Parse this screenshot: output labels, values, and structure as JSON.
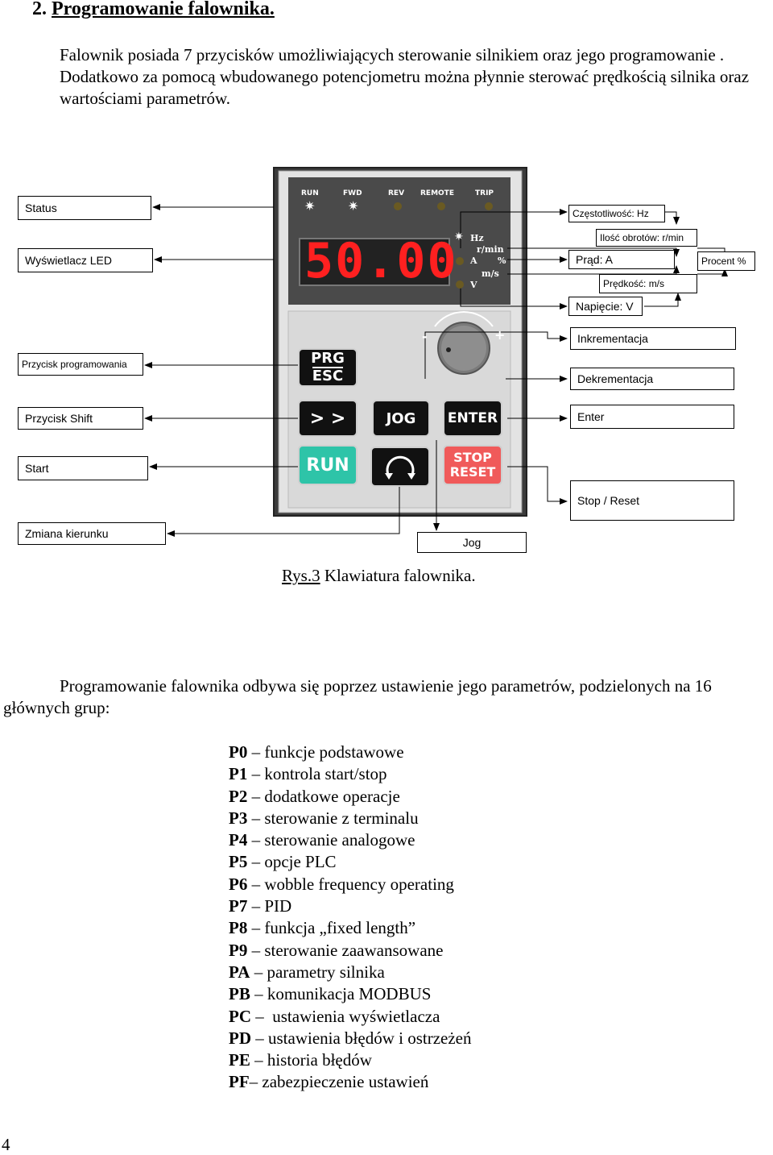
{
  "heading": {
    "number": "2.",
    "title": "Programowanie falownika."
  },
  "intro": "Falownik posiada 7 przycisków umożliwiających sterowanie silnikiem oraz jego programowanie . Dodatkowo za pomocą wbudowanego potencjometru można płynnie sterować prędkością silnika oraz wartościami parametrów.",
  "figure": {
    "display_value": "50.00",
    "indicators": [
      "RUN",
      "FWD",
      "REV",
      "REMOTE",
      "TRIP"
    ],
    "units": [
      "Hz",
      "r/min",
      "A",
      "%",
      "m/s",
      "V"
    ],
    "potentiometer": {
      "minus": "-",
      "plus": "+"
    },
    "keys": {
      "prg": "PRG",
      "esc": "ESC",
      "shift": "> >",
      "jog": "JOG",
      "enter": "ENTER",
      "run": "RUN",
      "stop": "STOP",
      "reset": "RESET"
    },
    "labels_left": {
      "status": "Status",
      "led": "Wyświetlacz LED",
      "prog": "Przycisk programowania",
      "shift": "Przycisk Shift",
      "start": "Start",
      "dir": "Zmiana kierunku"
    },
    "labels_right": {
      "freq": "Częstotliwość: Hz",
      "rpm": "Ilość obrotów: r/min",
      "current": "Prąd: A",
      "percent": "Procent  %",
      "speed": "Prędkość: m/s",
      "voltage": "Napięcie: V",
      "inc": "Inkrementacja",
      "dec": "Dekrementacja",
      "enter": "Enter",
      "stopreset": "Stop / Reset",
      "jog": "Jog"
    },
    "colors": {
      "display_red": "#ff2020",
      "run_key": "#2ec4a8",
      "stop_key": "#f05a5a",
      "dark_key": "#111111",
      "panel": "#3a3a3a"
    }
  },
  "caption": {
    "prefix": "Rys.3",
    "text": " Klawiatura falownika."
  },
  "para2": "Programowanie falownika odbywa się poprzez ustawienie jego parametrów, podzielonych na 16 głównych grup:",
  "groups": [
    {
      "code": "P0",
      "sep": " – ",
      "desc": "funkcje podstawowe"
    },
    {
      "code": "P1",
      "sep": " – ",
      "desc": "kontrola start/stop"
    },
    {
      "code": "P2",
      "sep": " – ",
      "desc": "dodatkowe operacje"
    },
    {
      "code": "P3",
      "sep": " – ",
      "desc": "sterowanie z terminalu"
    },
    {
      "code": "P4",
      "sep": " – ",
      "desc": "sterowanie analogowe"
    },
    {
      "code": "P5",
      "sep": " – ",
      "desc": "opcje PLC"
    },
    {
      "code": "P6",
      "sep": " – ",
      "desc": "wobble frequency operating"
    },
    {
      "code": "P7",
      "sep": " – ",
      "desc": "PID"
    },
    {
      "code": "P8",
      "sep": " – ",
      "desc": "funkcja  „fixed length”"
    },
    {
      "code": "P9",
      "sep": " – ",
      "desc": "sterowanie zaawansowane"
    },
    {
      "code": "PA",
      "sep": " – ",
      "desc": "parametry silnika"
    },
    {
      "code": "PB",
      "sep": " – ",
      "desc": "komunikacja MODBUS"
    },
    {
      "code": "PC",
      "sep": " –  ",
      "desc": "ustawienia wyświetlacza"
    },
    {
      "code": "PD",
      "sep": " – ",
      "desc": "ustawienia błędów i ostrzeżeń"
    },
    {
      "code": "PE",
      "sep": " – ",
      "desc": "historia błędów"
    },
    {
      "code": "PF",
      "sep": "– ",
      "desc": "zabezpieczenie ustawień"
    }
  ],
  "page_number": "4"
}
